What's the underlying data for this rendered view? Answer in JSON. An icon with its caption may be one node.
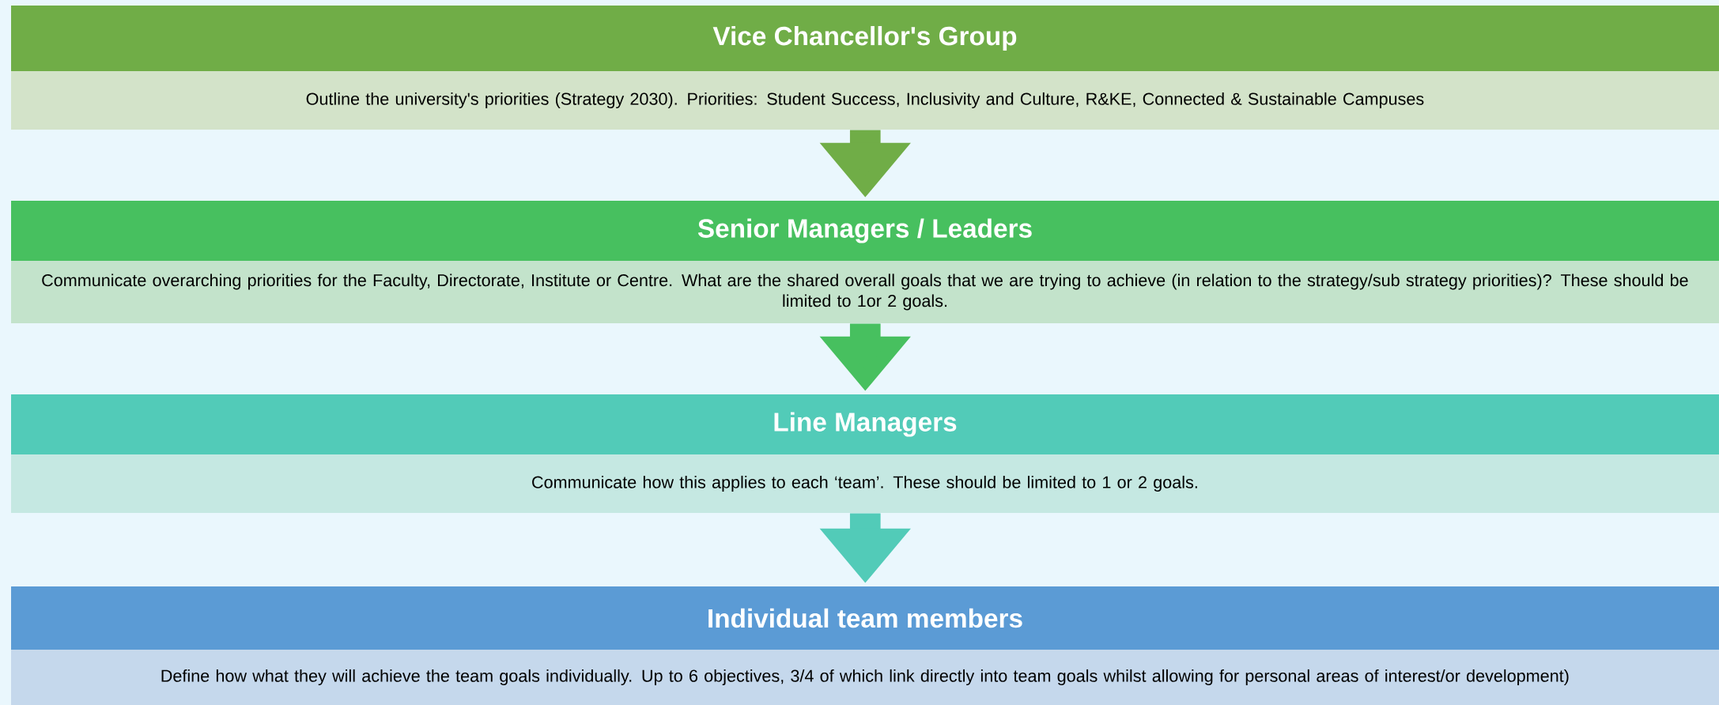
{
  "diagram": {
    "nodes": [
      {
        "text": [
          "Vice Chancellor's Group",
          "Outline the university's priorities (Strategy 2030). Priorities: Student Success, Inclusivity and Culture, R&KE, Connected & Sustainable Campuses"
        ]
      },
      {
        "text": [
          "Senior Managers / Leaders",
          "Communicate overarching priorities for the Faculty, Directorate, Institute or Centre. What are the shared overall goals that we are trying to achieve (in relation to the strategy/sub strategy priorities)? These should be limited to 1or 2 goals."
        ]
      },
      {
        "text": [
          "Line Managers",
          "Communicate how this applies to each ‘team’. These should be limited to 1 or 2 goals."
        ]
      },
      {
        "text": [
          "Individual team members",
          "Define how what they will achieve the team goals individually. Up to 6 objectives, 3/4 of which link directly into team goals whilst allowing for personal areas of interest/or development)"
        ]
      }
    ],
    "edges": [
      {
        "from": 0,
        "to": 1,
        "arrow": "to",
        "color": "#70ad47"
      },
      {
        "from": 1,
        "to": 2,
        "arrow": "to",
        "color": "#47c05f"
      },
      {
        "from": 2,
        "to": 3,
        "arrow": "to",
        "color": "#52cbb8"
      }
    ]
  }
}
